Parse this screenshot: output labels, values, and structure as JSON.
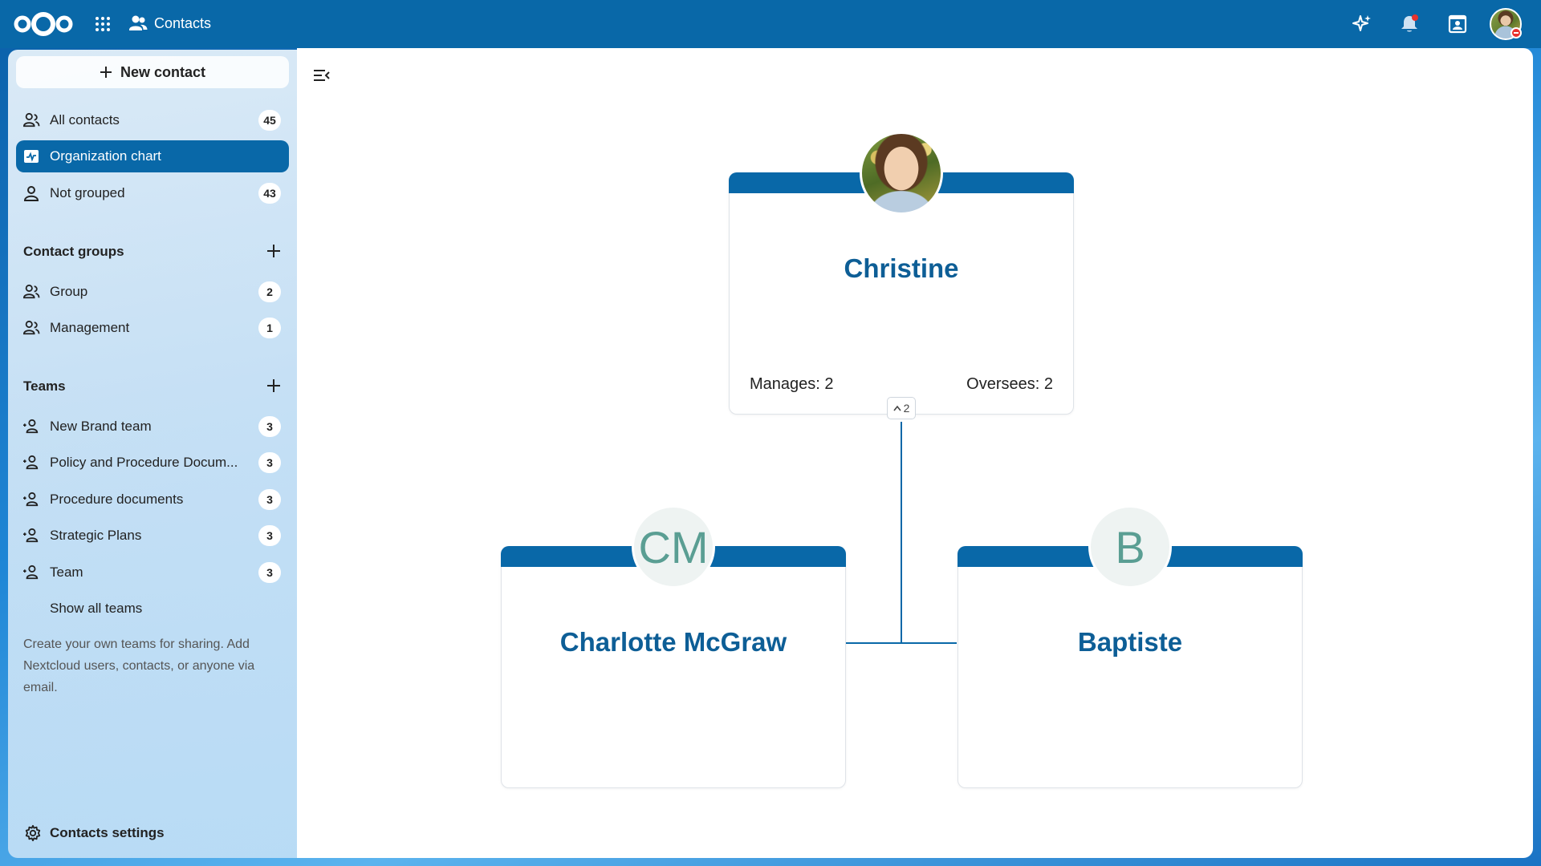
{
  "header": {
    "app_name": "Contacts",
    "icons": [
      "nextcloud-logo",
      "apps-icon",
      "contacts-icon",
      "assistant-icon",
      "notifications-icon",
      "contacts-menu-icon",
      "user-avatar"
    ]
  },
  "sidebar": {
    "new_contact_label": "New contact",
    "items": [
      {
        "label": "All contacts",
        "count": "45"
      },
      {
        "label": "Organization chart",
        "count": ""
      },
      {
        "label": "Not grouped",
        "count": "43"
      }
    ],
    "groups_title": "Contact groups",
    "groups": [
      {
        "label": "Group",
        "count": "2"
      },
      {
        "label": "Management",
        "count": "1"
      }
    ],
    "teams_title": "Teams",
    "teams": [
      {
        "label": "New Brand team",
        "count": "3"
      },
      {
        "label": "Policy and Procedure Docum...",
        "count": "3"
      },
      {
        "label": "Procedure documents",
        "count": "3"
      },
      {
        "label": "Strategic Plans",
        "count": "3"
      },
      {
        "label": "Team",
        "count": "3"
      }
    ],
    "show_all_teams": "Show all teams",
    "teams_note": "Create your own teams for sharing. Add Nextcloud users, contacts, or anyone via email.",
    "settings_label": "Contacts settings"
  },
  "org_chart": {
    "root": {
      "name": "Christine",
      "manages": "Manages: 2",
      "oversees": "Oversees: 2",
      "expander": "2"
    },
    "children": [
      {
        "name": "Charlotte McGraw",
        "initials": "CM"
      },
      {
        "name": "Baptiste",
        "initials": "B"
      }
    ]
  },
  "colors": {
    "primary": "#0968a8",
    "name_text": "#0d5e96",
    "initials_text": "#5a9e93"
  }
}
